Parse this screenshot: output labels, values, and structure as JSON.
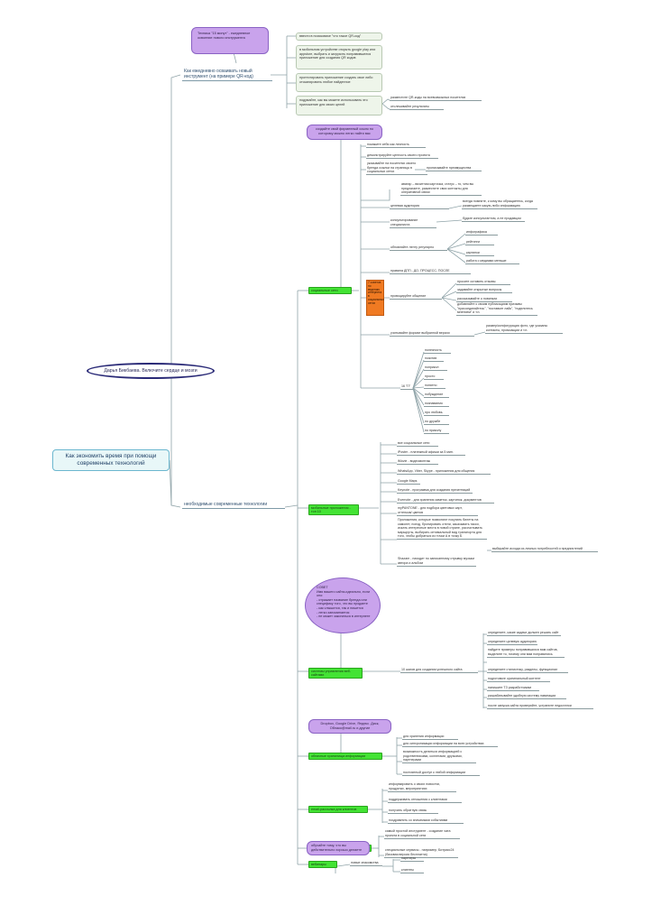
{
  "colors": {
    "line": "#8fa3a8",
    "main_line": "#7e9aa7",
    "green": "#43e334",
    "purple": "#c9a3ec",
    "orange": "#f07a22"
  },
  "center": {
    "title": "Как экономить время при помощи современных технологий",
    "author": "Дарья Бикбаева. Включите сердце и мозги"
  },
  "qr": {
    "branch": "Как ежедневно осваивать новый инструмент (на примере QR-код)",
    "bubble": "Техника \"15 минут\" - ежедневное освоение нового инструмента",
    "items": [
      "ввести в поисковике \"что такое QR-код\"",
      "в мобильном устройстве открыть google play или appstore, выбрать и загрузить понравившееся приложение для создания QR кодов",
      "протестировать приложение создать свое либо отсканировать любое найденное",
      "подумайте, как вы можете использовать это приложение для своих целей"
    ],
    "sub": [
      "разместите QR-коды на всевозможных носителях",
      "отслеживайте результаты"
    ]
  },
  "tech": {
    "branch": "необходимые современные технологии"
  },
  "social": {
    "label": "социальные сети",
    "bubble": "создайте свой фирменный ссылк по которому можно легко найти вас",
    "note": "7 советов по ведению интернета в социальных сетях",
    "items": [
      "покажите себя как личность",
      "демонстрируйте ценность своего проекта",
      "указывайте на носителях своего бренда ссылки на страницы в социальных сетях",
      "аватар – визитная карточка, статус – то, чем вы предлагаете, разместите свои контакты для оперативной связи",
      "целевая аудитория",
      "консультирование специалиста",
      "обновляйте ленту регулярно",
      "правила ДПП - ДО, ПРОЦЕСС, ПОСЛЕ",
      "провоцируйте общение",
      "учитывайте формат выбранной версии",
      "16 \"П\""
    ],
    "sub": {
      "links": "прописывайте преимущества",
      "audience": "всегда помните, к кому вы обращаетесь, когда размещаете какую-либо информацию",
      "consult": "будьте консультантом, а не продавцом",
      "feed": [
        "инфографика",
        "рейтинги",
        "картинки",
        "работа с медиами меньше"
      ],
      "talk": [
        "просите оставить отзывы",
        "задавайте открытые вопросы",
        "рассказывайте о новинках",
        "добавляйте к своим публикациям призывы \"присоединяйтесь\", \"поставьте лайк\", \"поделитесь мнением\" и т.п."
      ],
      "format": "размер/конфигурация фото, где указаны контакты, промоакции и т.п.",
      "p16": [
        "полезность",
        "позитив",
        "поприкол",
        "просто",
        "понятно",
        "побуждение",
        "познаваемо",
        "про любовь",
        "по дружбе",
        "по приколу"
      ]
    }
  },
  "apps": {
    "label": "мобильные приложения - топ 10",
    "items": [
      "все социальные сети",
      "iPoster - платежный афиши за 5 мин.",
      "iMovie - видеомонтаж",
      "WhatsApp, Viber, Skype - приложения для общения",
      "Google Maps",
      "Keynote - программа для создания презентаций",
      "Evernote - для хранения заметок, картинок, документов",
      "myPANTONE - для подбора цветовых карт, оттенков/ цветов",
      "Приложения, которые позволяют покупать билеты на самолет, поезд, бронировать отели, заказывать такси, искать интересные места в новой стране, рассчитывать маршруты, выбирать оптимальный вид транспорта для того, чтобы добраться из точки А в точку Б",
      "Shazam - находит по записанному отрывку музыки автора и альбом"
    ],
    "sub": "выбирайте исходя из личных потребностей и предпочтений"
  },
  "sites": {
    "label": "системы управления веб-сайтами",
    "blob": "СОВЕТ\nИмя вашего сайта-идеально, если оно:\n- отражает название бренда или специфику того, что вы продаете\n- как слышится, так и пишется\n- легко запоминается\n- не может закопаться в интернете",
    "steps_label": "10 шагов для создания успешного сайта",
    "steps": [
      "определите, какие задачи должен решать сайт",
      "определите целевую аудиторию",
      "найдите примеры понравившихся вам сайтов, выделите то, почему они вам понравились",
      "определите стилистику, разделы, функционал",
      "подготовьте оригинальный контент",
      "напишите ТЗ разработчикам",
      "разрабатывайте удобную систему навигации",
      "после запуска сайта проверяйте, устраните недостатки"
    ]
  },
  "cloud": {
    "label": "облачные хранилища информации",
    "bubble": "Dropbox, Google Drive, Яндекс. Диск, Облако@mail.ru и другие",
    "items": [
      "для хранения информации",
      "для синхронизации информации на всех устройствах",
      "возможность делиться информацией с родственниками, коллегами, друзьями, партнерами",
      "постоянный доступ к любой информации"
    ]
  },
  "email": {
    "label": "email-рассылка для клиентов",
    "items": [
      "информировать о своих новостях, продуктах, мероприятиях",
      "поддерживать отношения с клиентами",
      "получать обратную связь",
      "поздравлять со значимыми событиями"
    ]
  },
  "online": {
    "label": "онлайн-управление проектами",
    "items": [
      "самый простой инструмент - создание чата проекта в социальной сети",
      "специальные сервисы - например, Битрикс24 (базовая версия бесплатна)"
    ]
  },
  "webinar": {
    "label": "вебинары",
    "bubble": "обучайте тому, что вы действительно хорошо делаете",
    "sub_label": "новые знакомства",
    "items": [
      "партнеры",
      "клиенты"
    ]
  }
}
